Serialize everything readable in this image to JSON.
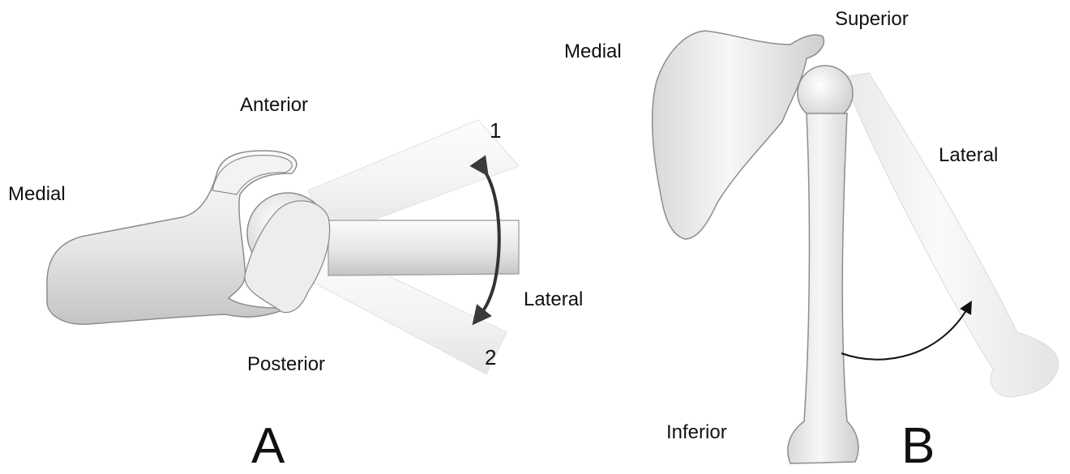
{
  "panel_a": {
    "letter": "A",
    "labels": {
      "anterior": "Anterior",
      "medial": "Medial",
      "lateral": "Lateral",
      "posterior": "Posterior"
    },
    "positions": {
      "one": "1",
      "two": "2"
    }
  },
  "panel_b": {
    "letter": "B",
    "labels": {
      "superior": "Superior",
      "medial": "Medial",
      "lateral": "Lateral",
      "inferior": "Inferior"
    }
  },
  "colors": {
    "bone_light": "#f4f4f4",
    "bone_shade": "#c9c9c9",
    "outline": "#8d8d8d",
    "arrow": "#333333"
  }
}
